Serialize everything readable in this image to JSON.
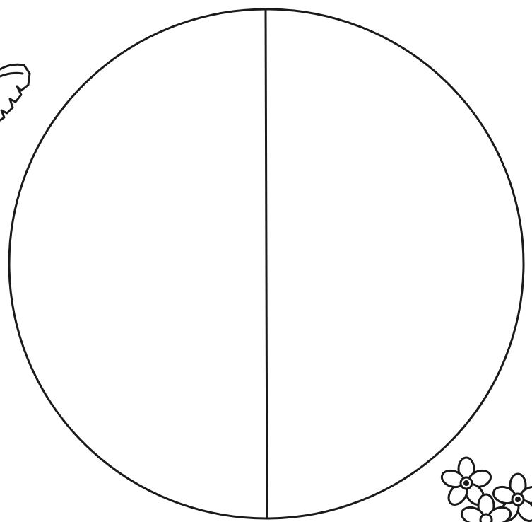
{
  "worksheet": {
    "kind": "coloring-page",
    "sections": [
      {
        "id": "left-half"
      },
      {
        "id": "right-half"
      }
    ],
    "decorations": [
      "leaf-icon",
      "flower-icon",
      "flower-icon",
      "flower-icon"
    ]
  },
  "colors": {
    "background": "#ffffff",
    "line": "#1a1a1a"
  }
}
